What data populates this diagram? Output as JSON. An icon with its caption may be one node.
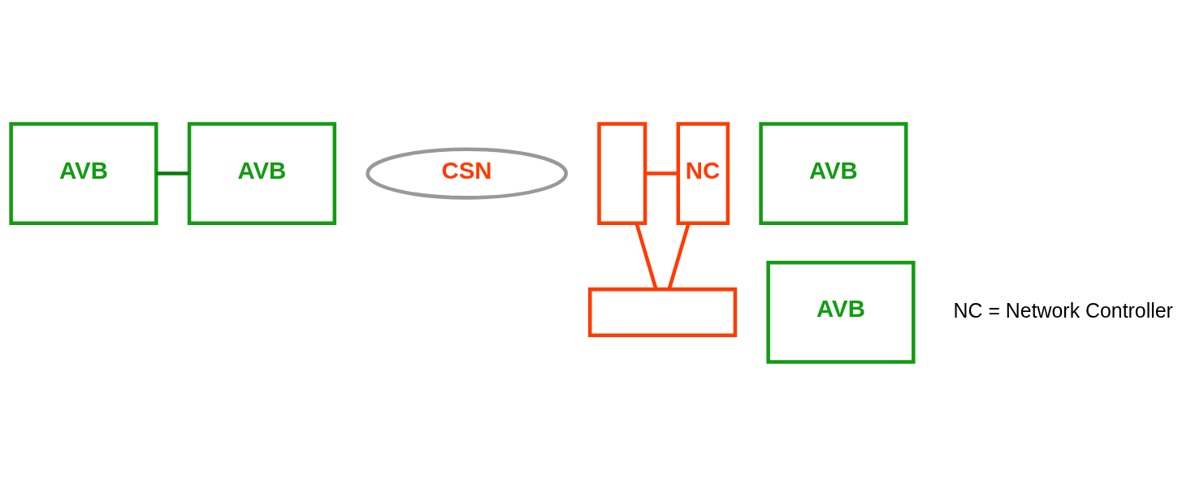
{
  "diagram": {
    "nodes": [
      {
        "text": [
          "AVB"
        ]
      },
      {
        "text": [
          "AVB"
        ]
      },
      {
        "text": [
          "CSN"
        ]
      },
      {
        "text": [],
        "shape": "box"
      },
      {
        "text": [
          "NC"
        ]
      },
      {
        "text": [
          "AVB"
        ]
      },
      {
        "text": [],
        "shape": "box"
      },
      {
        "text": [
          "AVB"
        ]
      }
    ],
    "edges": [
      {
        "from": 0,
        "to": 1,
        "arrow": "none",
        "color": "#0a7a0a"
      },
      {
        "from": 3,
        "to": 4,
        "arrow": "none"
      },
      {
        "from": 3,
        "to": 6,
        "arrow": "none"
      },
      {
        "from": 4,
        "to": 6,
        "arrow": "none"
      }
    ],
    "labels": [
      "NC = Network Controller"
    ]
  }
}
